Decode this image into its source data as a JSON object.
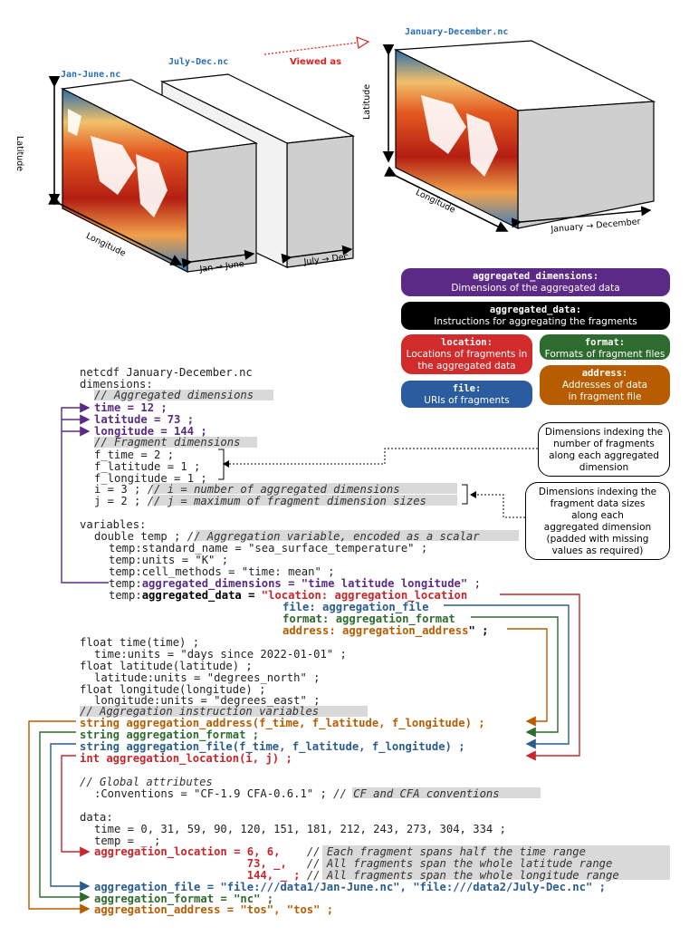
{
  "diagram": {
    "file_labels": {
      "left1": "Jan-June.nc",
      "left2": "July-Dec.nc",
      "right": "January-December.nc"
    },
    "viewed_as": "Viewed as",
    "axis_labels": {
      "latitude": "Latitude",
      "longitude": "Longitude",
      "jan_june": "Jan → June",
      "july_dec": "July → Dec",
      "jan_dec": "January → December"
    }
  },
  "legend": {
    "aggregated_dimensions": {
      "key": "aggregated_dimensions:",
      "desc": "Dimensions of the aggregated data"
    },
    "aggregated_data": {
      "key": "aggregated_data:",
      "desc": "Instructions for aggregating the fragments"
    },
    "location": {
      "key": "location:",
      "desc1": "Locations of fragments in",
      "desc2": "the aggregated data"
    },
    "format": {
      "key": "format:",
      "desc": "Formats of fragment files"
    },
    "file": {
      "key": "file:",
      "desc": "URIs of fragments"
    },
    "address": {
      "key": "address:",
      "desc1": "Addresses of data",
      "desc2": "in fragment file"
    }
  },
  "callouts": {
    "fragments": [
      "Dimensions indexing the",
      "number of fragments",
      "along each aggregated",
      "dimension"
    ],
    "sizes": [
      "Dimensions indexing the",
      "fragment data sizes",
      "along each",
      "aggregated dimension",
      "(padded with missing",
      "values as required)"
    ]
  },
  "code": {
    "l01": "netcdf January-December.nc",
    "l02": "dimensions:",
    "l03c": "// Aggregated dimensions",
    "l04": "time = 12 ;",
    "l05": "latitude = 73 ;",
    "l06": "longitude = 144 ;",
    "l07c": "// Fragment dimensions",
    "l08": "f_time = 2 ;",
    "l09": "f_latitude = 1 ;",
    "l10": "f_longitude = 1 ;",
    "l11a": "i = 3 ; ",
    "l11c": "// i = number of aggregated dimensions",
    "l12a": "j = 2 ; ",
    "l12c": "// j = maximum of fragment dimension sizes",
    "l13": "variables:",
    "l14a": "double temp ; ",
    "l14c": "// Aggregation variable, encoded as a scalar",
    "l15": "temp:standard_name = \"sea_surface_temperature\" ;",
    "l16": "temp:units = \"K\" ;",
    "l17": "temp:cell_methods = \"time: mean\" ;",
    "l18a": "temp:",
    "l18b": "aggregated_dimensions = \"time latitude longitude\"",
    "l18z": " ;",
    "l19a": "temp:",
    "l19b": "aggregated_data = ",
    "l19c": "\"location: aggregation_location",
    "l20": "file: aggregation_file",
    "l21": "format: aggregation_format",
    "l22": "address: aggregation_address",
    "l22z": "\" ;",
    "l23": "float time(time) ;",
    "l24": "time:units = \"days since 2022-01-01\" ;",
    "l25": "float latitude(latitude) ;",
    "l26": "latitude:units = \"degrees_north\" ;",
    "l27": "float longitude(longitude) ;",
    "l28": "longitude:units = \"degrees_east\" ;",
    "l29c": "// Aggregation instruction variables",
    "l30": "string aggregation_address(f_time, f_latitude, f_longitude) ;",
    "l31": "string aggregation_format ;",
    "l32": "string aggregation_file(f_time, f_latitude, f_longitude) ;",
    "l33": "int aggregation_location(i, j) ;",
    "l34c": "// Global attributes",
    "l35a": ":Conventions = \"CF-1.9 CFA-0.6.1\" ; ",
    "l35c": "// CF and CFA conventions",
    "l36": "data:",
    "l37": "time = 0, 31, 59, 90, 120, 151, 181, 212, 243, 273, 304, 334 ;",
    "l38": "temp = _ ;",
    "l39a": "aggregation_location = 6, 6,    ",
    "l39c": "// Each fragment spans half the time range",
    "l40a": "                       73, _,   ",
    "l40c": "// All fragments span the whole latitude range",
    "l41a": "                       144, _ ; ",
    "l41c": "// All fragments span the whole longitude range",
    "l42": "aggregation_file = \"file:///data1/Jan-June.nc\", \"file:///data2/July-Dec.nc\" ;",
    "l43": "aggregation_format = \"nc\" ;",
    "l44": "aggregation_address = \"tos\", \"tos\" ;"
  }
}
